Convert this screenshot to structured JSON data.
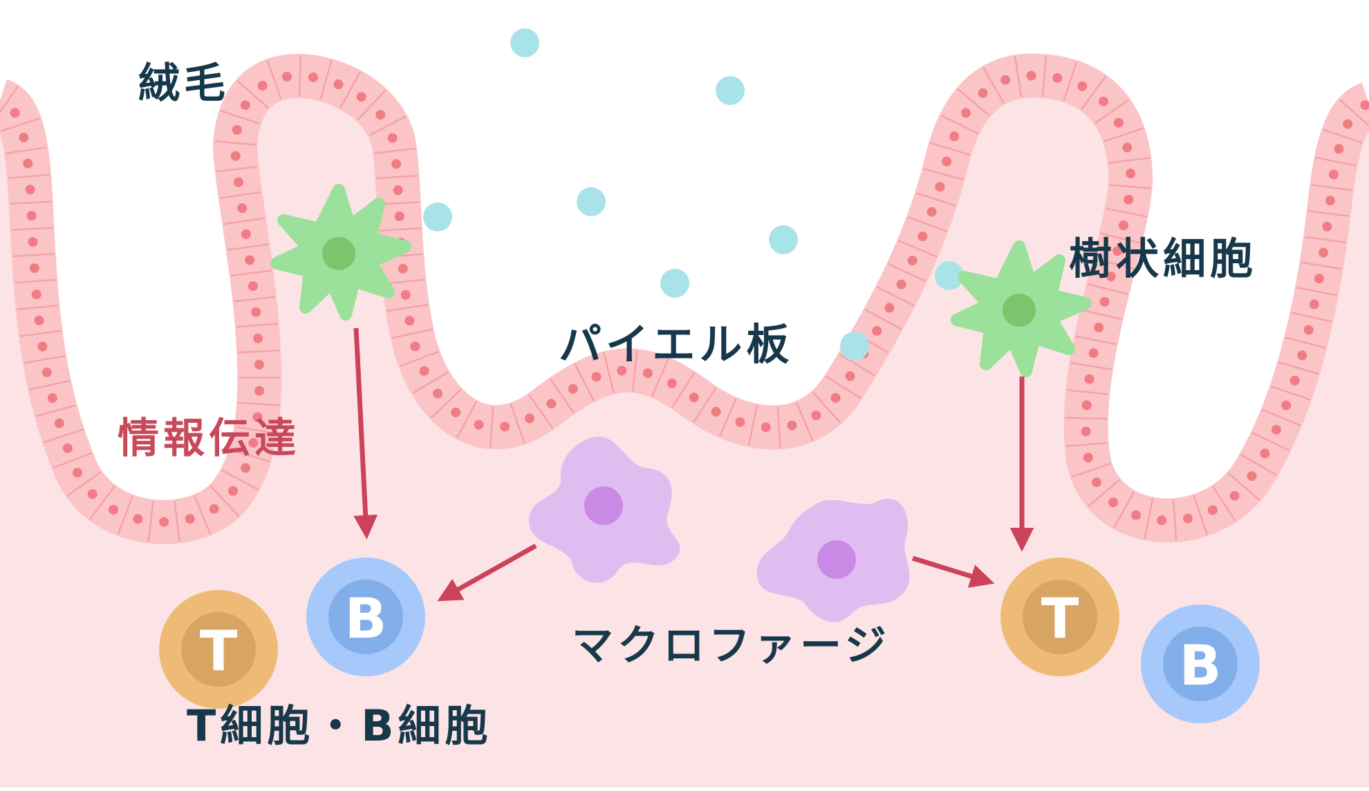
{
  "labels": {
    "villus": "絨毛",
    "dendritic_cell": "樹状細胞",
    "peyers_patch": "パイエル板",
    "information_transfer": "情報伝達",
    "macrophage": "マクロファージ",
    "t_b_cells": "T細胞・B細胞"
  },
  "cell_letters": {
    "t_cell": "T",
    "b_cell": "B"
  },
  "icons": [
    "dendritic-cell-icon",
    "macrophage-icon",
    "t-cell-icon",
    "b-cell-icon",
    "antigen-particle-icon",
    "arrow-icon"
  ],
  "colors": {
    "background": "#ffffff",
    "tissue": "#fce4e6",
    "epithelium": "#fbc5c8",
    "epithelium_line": "#f3a2a8",
    "nucleus": "#f07c84",
    "dendritic": "#9be19b",
    "dendritic_core": "#7dc46d",
    "macrophage": "#e0bdf0",
    "macrophage_core": "#c98ae6",
    "t_cell": "#eebb77",
    "t_cell_core": "#d8a462",
    "b_cell": "#a6c8fa",
    "b_cell_core": "#82aeea",
    "antigen": "#a9e3ea",
    "arrow": "#cc4258",
    "text": "#16384a",
    "text_red": "#c84a5a"
  }
}
